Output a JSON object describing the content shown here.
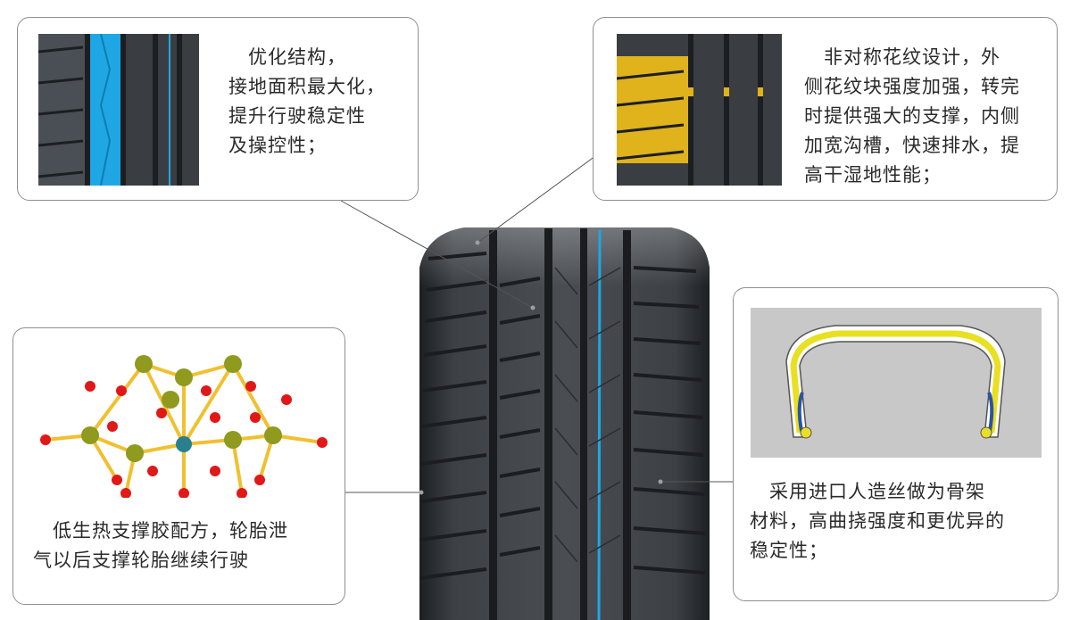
{
  "callouts": {
    "structure": {
      "text": "　优化结构，\n接地面积最大化，\n提升行驶稳定性\n及操控性；"
    },
    "pattern": {
      "text": "　非对称花纹设计，外\n侧花纹块强度加强，转完\n时提供强大的支撑，内侧\n加宽沟槽，快速排水，提\n高干湿地性能；"
    },
    "compound": {
      "text": "　低生热支撑胶配方，轮胎泄\n气以后支撑轮胎继续行驶"
    },
    "carcass": {
      "text": "　采用进口人造丝做为骨架\n材料，高曲挠强度和更优异的\n稳定性；"
    }
  },
  "colors": {
    "highlight_blue": "#1ea7e4",
    "highlight_gold": "#e0b21c",
    "atom_red": "#e01818",
    "atom_olive": "#8f9a1e",
    "bond_yellow": "#f0c030",
    "section_bg": "#c8c8c8",
    "section_yellow": "#e8e020"
  }
}
